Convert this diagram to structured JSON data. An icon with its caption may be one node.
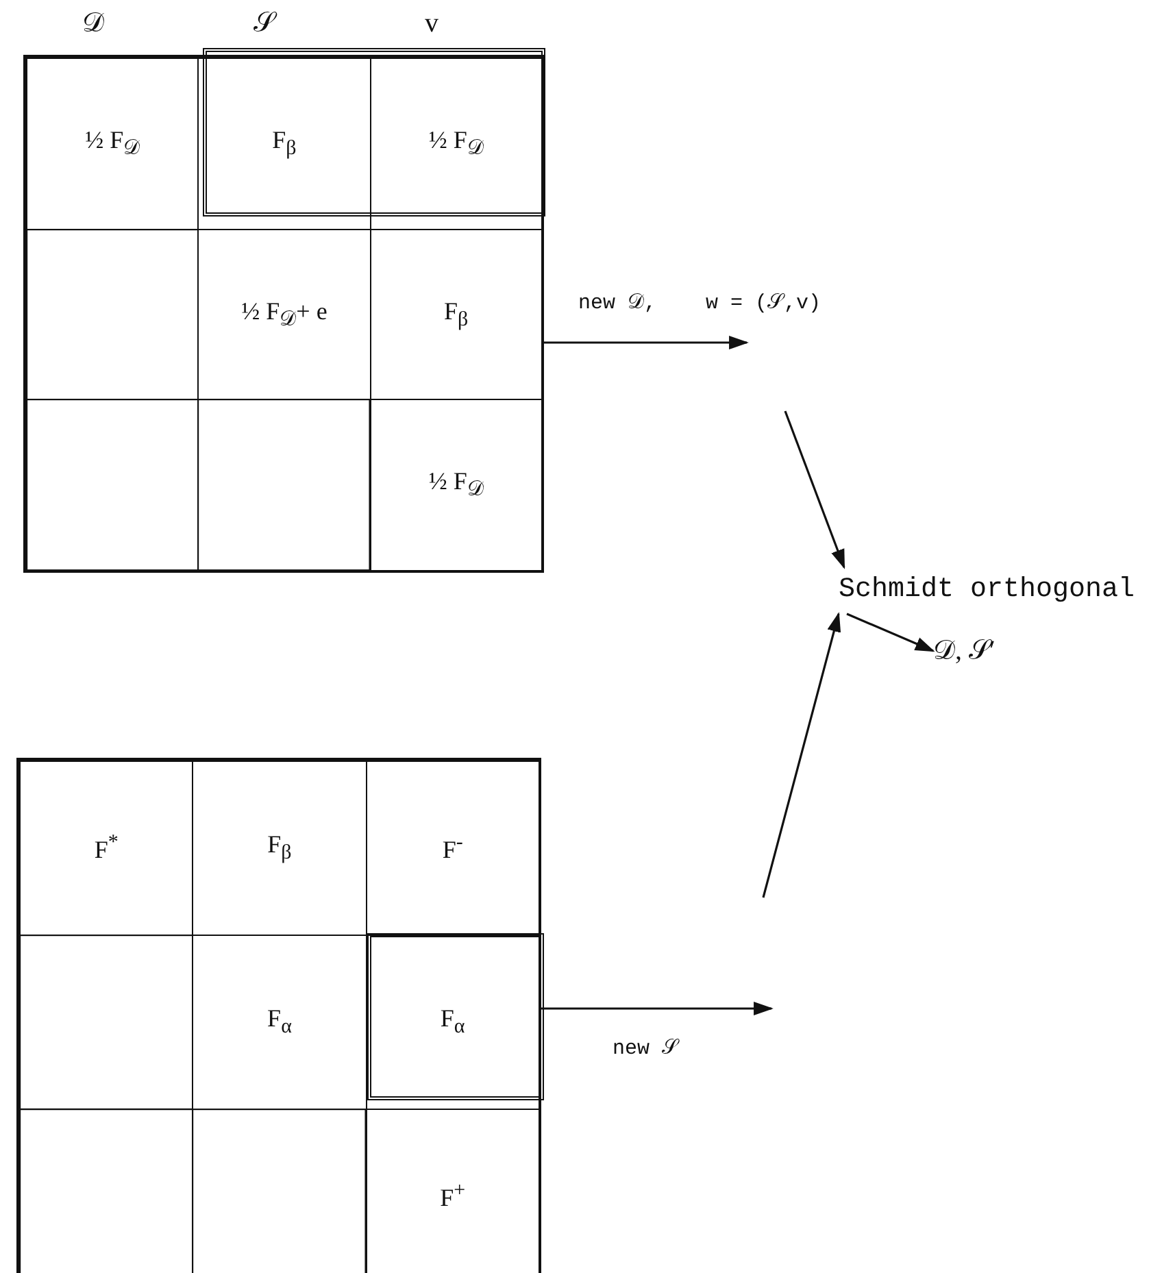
{
  "diagram": {
    "nodes": [
      {
        "text": [],
        "shape": "box"
      },
      {
        "text": [
          "½ F$_{𝒟}$"
        ],
        "in": 0
      },
      {
        "text": [
          "F$_{β}$"
        ],
        "in": 0
      },
      {
        "text": [
          "½ F$_{𝒟}$"
        ],
        "in": 0
      },
      {
        "text": [],
        "shape": "box",
        "in": 0
      },
      {
        "text": [
          "½ F$_{𝒟}$+ e"
        ],
        "in": 0
      },
      {
        "text": [
          "F$_{β}$"
        ],
        "in": 0
      },
      {
        "text": [],
        "shape": "box",
        "in": 0
      },
      {
        "text": [],
        "shape": "box",
        "in": 0
      },
      {
        "text": [
          "½ F$_{𝒟}$"
        ],
        "in": 0
      },
      {
        "text": [],
        "shape": "box"
      },
      {
        "text": [
          "F$^{*}$"
        ],
        "in": 10
      },
      {
        "text": [
          "F$_{β}$"
        ],
        "in": 10
      },
      {
        "text": [
          "F$^{-}$"
        ],
        "in": 10
      },
      {
        "text": [],
        "shape": "box",
        "in": 10
      },
      {
        "text": [
          "F$_{α}$"
        ],
        "in": 10
      },
      {
        "text": [
          "F$_{α}$"
        ],
        "in": 10
      },
      {
        "text": [],
        "shape": "box",
        "in": 10
      },
      {
        "text": [],
        "shape": "box",
        "in": 10
      },
      {
        "text": [
          "F$^{+}$"
        ],
        "in": 10
      },
      {
        "text": [
          "Schmidt orthogonal"
        ]
      },
      {
        "text": [
          "𝒟, 𝒮′"
        ]
      }
    ],
    "edges": [
      {
        "from": 0,
        "to": null,
        "arrow": "to",
        "label": "new 𝒟,    w = (𝒮,v)"
      },
      {
        "from": null,
        "to": 20,
        "arrow": "to"
      },
      {
        "from": 10,
        "to": null,
        "arrow": "to",
        "label": "new 𝒮"
      },
      {
        "from": null,
        "to": 20,
        "arrow": "to"
      },
      {
        "from": 20,
        "to": 21,
        "arrow": "to"
      }
    ],
    "labels": [
      "𝒟",
      "𝒮",
      "v"
    ]
  }
}
